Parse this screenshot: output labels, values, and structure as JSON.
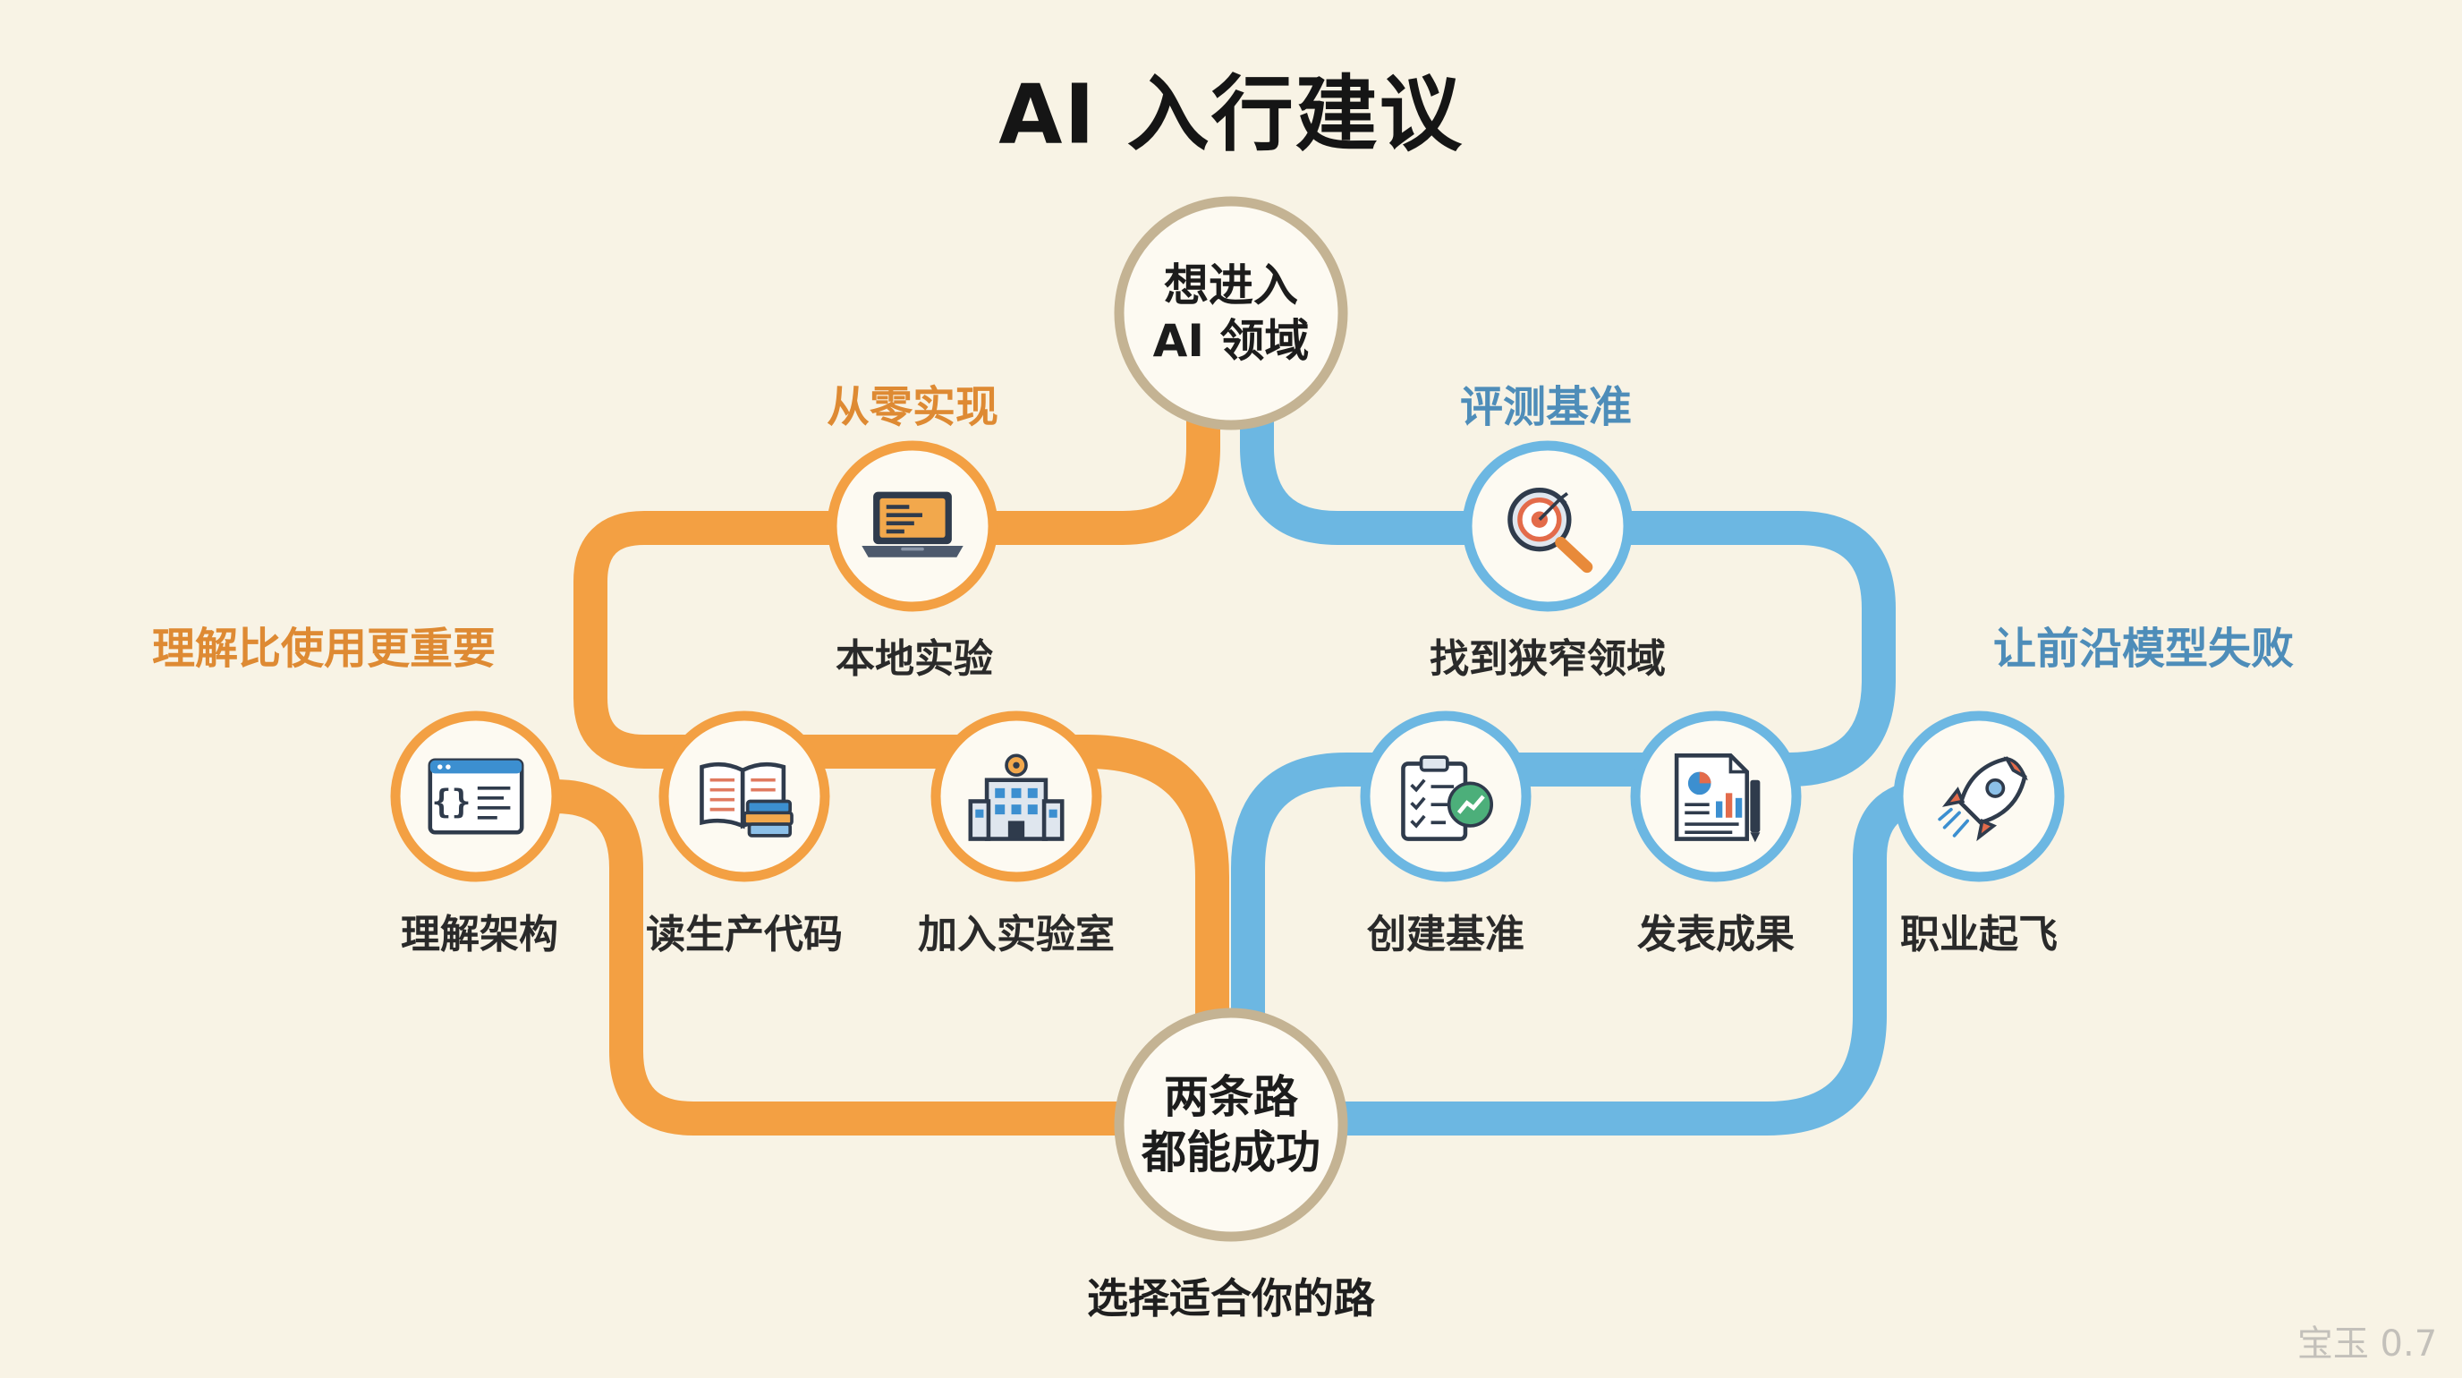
{
  "title": "AI 入行建议",
  "hub_top": {
    "line1": "想进入",
    "line2": "AI 领域"
  },
  "hub_bottom": {
    "line1": "两条路",
    "line2": "都能成功"
  },
  "footer": "选择适合你的路",
  "left_path": {
    "color": "#f3a043",
    "branch_label": "从零实现",
    "side_label": "理解比使用更重要",
    "steps": [
      {
        "label": "本地实验",
        "icon": "laptop-icon"
      },
      {
        "label": "读生产代码",
        "icon": "books-icon"
      },
      {
        "label": "加入实验室",
        "icon": "lab-building-icon"
      },
      {
        "label": "理解架构",
        "icon": "code-window-icon"
      }
    ]
  },
  "right_path": {
    "color": "#6cb7e2",
    "branch_label": "评测基准",
    "side_label": "让前沿模型失败",
    "steps": [
      {
        "label": "找到狭窄领域",
        "icon": "target-magnifier-icon"
      },
      {
        "label": "创建基准",
        "icon": "checklist-chart-icon"
      },
      {
        "label": "发表成果",
        "icon": "report-document-icon"
      },
      {
        "label": "职业起飞",
        "icon": "rocket-icon"
      }
    ]
  },
  "watermark": "宝玉 0.7"
}
